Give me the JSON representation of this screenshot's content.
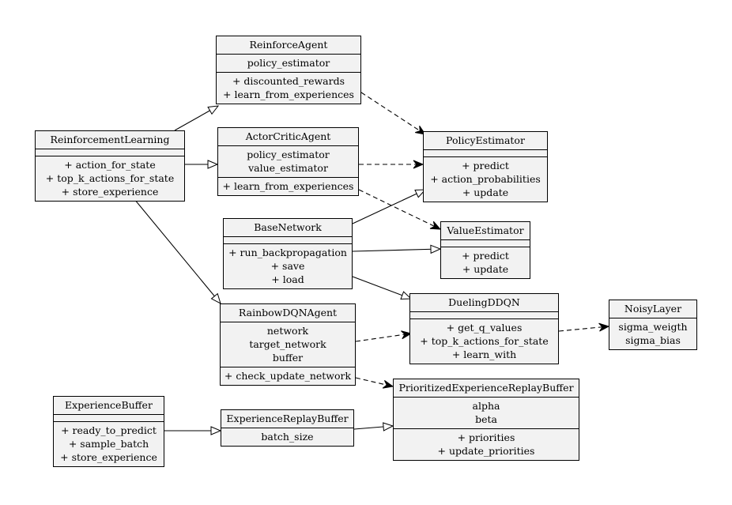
{
  "classes": {
    "reinforce_agent": {
      "name": "ReinforceAgent",
      "attributes": [
        "policy_estimator"
      ],
      "methods": [
        "+ discounted_rewards",
        "+ learn_from_experiences"
      ]
    },
    "reinforcement_learning": {
      "name": "ReinforcementLearning",
      "attributes": [],
      "methods": [
        "+ action_for_state",
        "+ top_k_actions_for_state",
        "+ store_experience"
      ]
    },
    "actor_critic_agent": {
      "name": "ActorCriticAgent",
      "attributes": [
        "policy_estimator",
        "value_estimator"
      ],
      "methods": [
        "+ learn_from_experiences"
      ]
    },
    "policy_estimator": {
      "name": "PolicyEstimator",
      "attributes": [],
      "methods": [
        "+ predict",
        "+ action_probabilities",
        "+ update"
      ]
    },
    "base_network": {
      "name": "BaseNetwork",
      "attributes": [],
      "methods": [
        "+ run_backpropagation",
        "+ save",
        "+ load"
      ]
    },
    "value_estimator": {
      "name": "ValueEstimator",
      "attributes": [],
      "methods": [
        "+ predict",
        "+ update"
      ]
    },
    "rainbow_dqn_agent": {
      "name": "RainbowDQNAgent",
      "attributes": [
        "network",
        "target_network",
        "buffer"
      ],
      "methods": [
        "+ check_update_network"
      ]
    },
    "dueling_ddqn": {
      "name": "DuelingDDQN",
      "attributes": [],
      "methods": [
        "+ get_q_values",
        "+ top_k_actions_for_state",
        "+ learn_with"
      ]
    },
    "noisy_layer": {
      "name": "NoisyLayer",
      "attributes": [
        "sigma_weigth",
        "sigma_bias"
      ],
      "methods": []
    },
    "experience_buffer": {
      "name": "ExperienceBuffer",
      "attributes": [],
      "methods": [
        "+ ready_to_predict",
        "+ sample_batch",
        "+ store_experience"
      ]
    },
    "experience_replay_buffer": {
      "name": "ExperienceReplayBuffer",
      "attributes": [
        "batch_size"
      ],
      "methods": []
    },
    "prioritized_experience_replay_buffer": {
      "name": "PrioritizedExperienceReplayBuffer",
      "attributes": [
        "alpha",
        "beta"
      ],
      "methods": [
        "+ priorities",
        "+ update_priorities"
      ]
    }
  },
  "relations": [
    {
      "from": "reinforcement_learning",
      "to": "reinforce_agent",
      "kind": "inheritance"
    },
    {
      "from": "reinforcement_learning",
      "to": "actor_critic_agent",
      "kind": "inheritance"
    },
    {
      "from": "reinforcement_learning",
      "to": "rainbow_dqn_agent",
      "kind": "inheritance"
    },
    {
      "from": "reinforce_agent",
      "to": "policy_estimator",
      "kind": "dependency"
    },
    {
      "from": "actor_critic_agent",
      "to": "policy_estimator",
      "kind": "dependency"
    },
    {
      "from": "actor_critic_agent",
      "to": "value_estimator",
      "kind": "dependency"
    },
    {
      "from": "base_network",
      "to": "policy_estimator",
      "kind": "inheritance"
    },
    {
      "from": "base_network",
      "to": "value_estimator",
      "kind": "inheritance"
    },
    {
      "from": "base_network",
      "to": "dueling_ddqn",
      "kind": "inheritance"
    },
    {
      "from": "rainbow_dqn_agent",
      "to": "dueling_ddqn",
      "kind": "dependency"
    },
    {
      "from": "rainbow_dqn_agent",
      "to": "prioritized_experience_replay_buffer",
      "kind": "dependency"
    },
    {
      "from": "dueling_ddqn",
      "to": "noisy_layer",
      "kind": "dependency"
    },
    {
      "from": "experience_buffer",
      "to": "experience_replay_buffer",
      "kind": "inheritance"
    },
    {
      "from": "experience_replay_buffer",
      "to": "prioritized_experience_replay_buffer",
      "kind": "inheritance"
    }
  ]
}
